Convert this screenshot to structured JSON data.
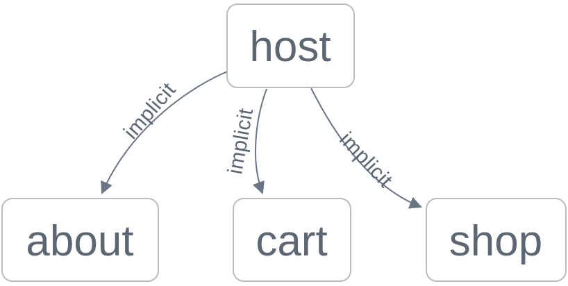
{
  "diagram": {
    "type": "flowchart",
    "direction": "top-down",
    "nodes": [
      {
        "id": "host",
        "label": "host"
      },
      {
        "id": "about",
        "label": "about"
      },
      {
        "id": "cart",
        "label": "cart"
      },
      {
        "id": "shop",
        "label": "shop"
      }
    ],
    "edges": [
      {
        "from": "host",
        "to": "about",
        "label": "implicit"
      },
      {
        "from": "host",
        "to": "cart",
        "label": "implicit"
      },
      {
        "from": "host",
        "to": "shop",
        "label": "implicit"
      }
    ]
  },
  "colors": {
    "node_border": "#b9bcc0",
    "node_fill": "#ffffff",
    "node_text": "#5d6673",
    "edge_line": "#6b7485",
    "edge_text": "#5d6673",
    "background": "#ffffff"
  }
}
